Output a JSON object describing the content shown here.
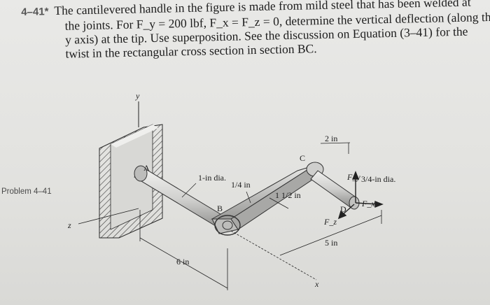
{
  "problem": {
    "number": "4–41*",
    "line1": "The cantilevered handle in the figure is made from mild steel that has been welded at",
    "line2": "the joints. For F_y = 200 lbf, F_x = F_z = 0, determine the vertical deflection (along the",
    "line3": "y axis) at the tip. Use superposition. See the discussion on Equation (3–41) for the",
    "line4": "twist in the rectangular cross section in section BC."
  },
  "side_label": "Problem 4–41",
  "figure": {
    "label_y": "y",
    "label_x": "x",
    "label_z": "z",
    "point_A": "A",
    "point_B": "B",
    "point_C": "C",
    "point_D": "D",
    "dia_1in": "1-in dia.",
    "quarter_in": "1/4 in",
    "one_half_in": "1 1/2 in",
    "two_in": "2 in",
    "five_in": "5 in",
    "six_in": "6 in",
    "three_quarter_dia": "3/4-in dia.",
    "force_Fy": "F_y",
    "force_Fx": "F_x",
    "force_Fz": "F_z"
  },
  "colors": {
    "background": "#e4e4e2",
    "wall_hatch": "#3a3a3a",
    "rod_light": "#d6d6d4",
    "rod_dark": "#8d8d8b"
  }
}
